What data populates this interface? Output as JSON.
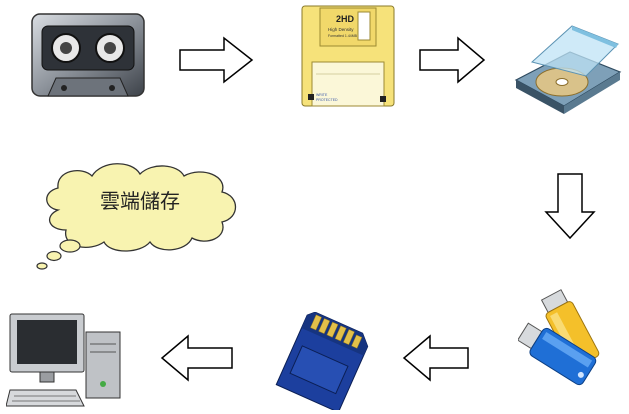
{
  "cloud": {
    "label": "雲端儲存"
  },
  "floppy": {
    "title": "2HD",
    "subtitle": "High Density",
    "small": "Formatted 1.44MB",
    "tag1": "WRITE",
    "tag2": "PROTECTED"
  },
  "nodes": [
    {
      "name": "cassette-tape-icon"
    },
    {
      "name": "floppy-disk-icon"
    },
    {
      "name": "cd-case-icon"
    },
    {
      "name": "usb-flash-drive-icon"
    },
    {
      "name": "sd-card-icon"
    },
    {
      "name": "desktop-computer-icon"
    }
  ],
  "colors": {
    "floppy": "#f6e27a",
    "cloud": "#f8f3b0",
    "usb_blue": "#1f6fd6",
    "usb_yellow": "#f4c02a",
    "sd_blue": "#1c3f9e"
  }
}
